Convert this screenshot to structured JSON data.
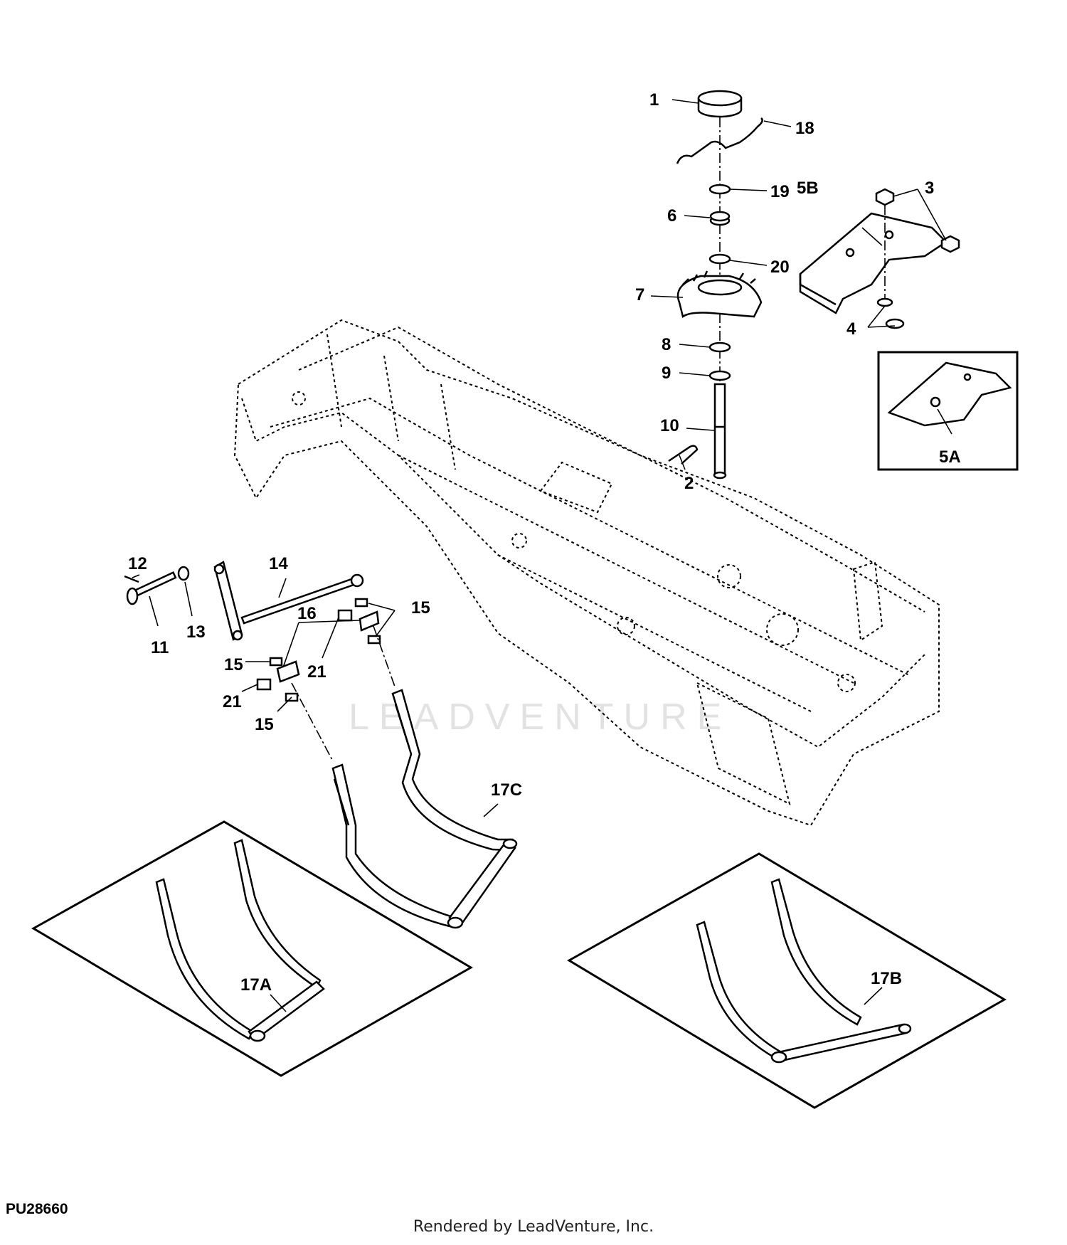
{
  "figure_id": "PU28660",
  "render_credit": "Rendered by LeadVenture, Inc.",
  "watermark_text": "LEADVENTURE",
  "callouts": {
    "c1": "1",
    "c18": "18",
    "c19": "19",
    "c6": "6",
    "c20": "20",
    "c7": "7",
    "c8": "8",
    "c9": "9",
    "c10": "10",
    "c2": "2",
    "c3": "3",
    "c5b": "5B",
    "c4": "4",
    "c5a": "5A",
    "c12": "12",
    "c14": "14",
    "c13": "13",
    "c11": "11",
    "c16": "16",
    "c15a": "15",
    "c15b": "15",
    "c15c": "15",
    "c21a": "21",
    "c21b": "21",
    "c17c": "17C",
    "c17a": "17A",
    "c17b": "17B"
  }
}
